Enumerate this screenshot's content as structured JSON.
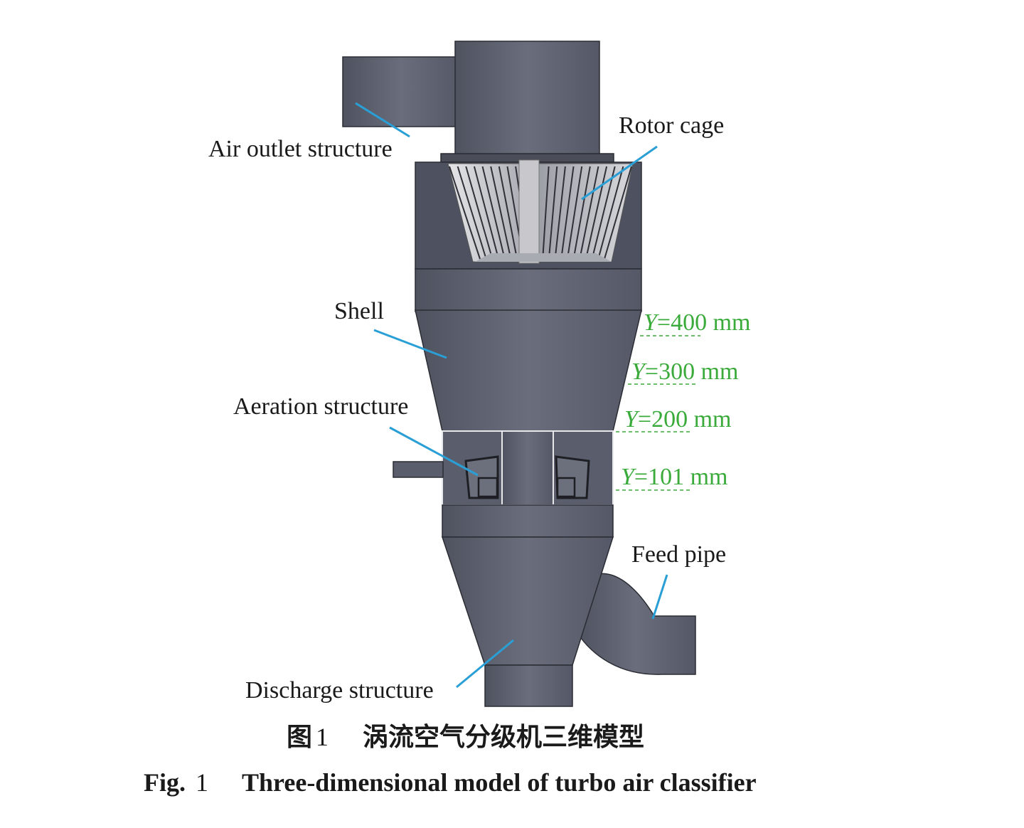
{
  "labels": {
    "air_outlet": "Air outlet structure",
    "rotor_cage": "Rotor cage",
    "shell": "Shell",
    "aeration": "Aeration structure",
    "feed_pipe": "Feed pipe",
    "discharge": "Discharge structure"
  },
  "y_levels": [
    {
      "var": "Y",
      "text": "=400 mm"
    },
    {
      "var": "Y",
      "text": "=300 mm"
    },
    {
      "var": "Y",
      "text": "=200 mm"
    },
    {
      "var": "Y",
      "text": "=101 mm"
    }
  ],
  "caption": {
    "cn_prefix": "图",
    "cn_number": "1",
    "cn_title": "涡流空气分级机三维模型",
    "en_prefix": "Fig.",
    "en_number": "1",
    "en_title": "Three-dimensional model of turbo air classifier"
  },
  "colors": {
    "body": "#5e6170",
    "leader_line": "#2a9fd6",
    "y_label": "#3aaa3a"
  }
}
